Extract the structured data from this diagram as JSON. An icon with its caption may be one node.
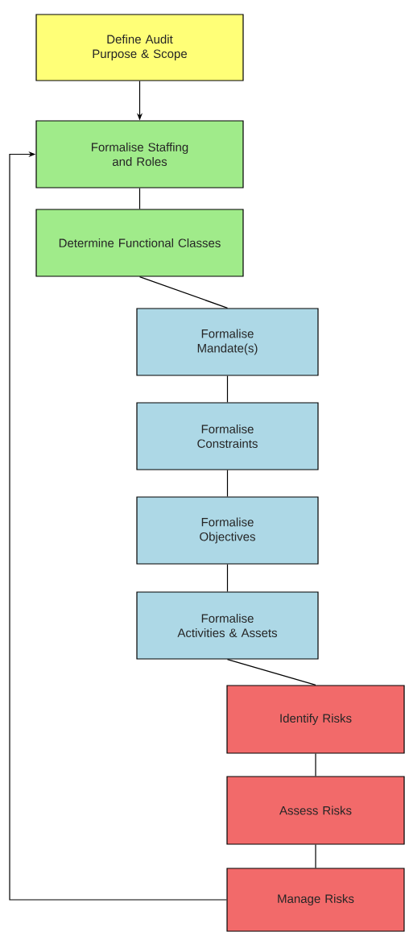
{
  "diagram": {
    "nodes": [
      {
        "text": [
          "Define Audit Purpose & Scope"
        ]
      },
      {
        "text": [
          "Formalise Staffing and Roles"
        ]
      },
      {
        "text": [
          "Determine Functional Classes"
        ]
      },
      {
        "text": [
          "Formalise Mandate(s)"
        ]
      },
      {
        "text": [
          "Formalise Constraints"
        ]
      },
      {
        "text": [
          "Formalise Objectives"
        ]
      },
      {
        "text": [
          "Formalise Activities & Assets"
        ]
      },
      {
        "text": [
          "Identify Risks"
        ]
      },
      {
        "text": [
          "Assess Risks"
        ]
      },
      {
        "text": [
          "Manage Risks"
        ]
      }
    ],
    "edges": [
      {
        "from": 0,
        "to": 1,
        "arrow": "to"
      },
      {
        "from": 1,
        "to": 2,
        "arrow": "none"
      },
      {
        "from": 2,
        "to": 3,
        "arrow": "none"
      },
      {
        "from": 3,
        "to": 4,
        "arrow": "none"
      },
      {
        "from": 4,
        "to": 5,
        "arrow": "none"
      },
      {
        "from": 5,
        "to": 6,
        "arrow": "none"
      },
      {
        "from": 6,
        "to": 7,
        "arrow": "none"
      },
      {
        "from": 7,
        "to": 8,
        "arrow": "none"
      },
      {
        "from": 8,
        "to": 9,
        "arrow": "none"
      },
      {
        "from": 9,
        "to": 1,
        "arrow": "to"
      }
    ]
  }
}
